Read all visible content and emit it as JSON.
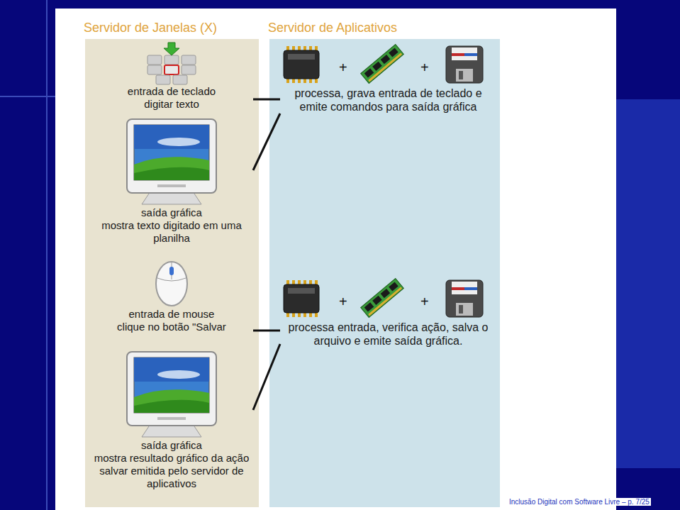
{
  "diagram": {
    "nodes": [
      {
        "text": [
          "Servidor de Janelas (X)"
        ]
      },
      {
        "text": [
          "entrada de teclado",
          "digitar texto"
        ],
        "in": 0
      },
      {
        "text": [
          "saída gráfica",
          "mostra texto digitado em uma planilha"
        ],
        "in": 0
      },
      {
        "text": [
          "entrada de mouse",
          "clique no botão \"Salvar"
        ],
        "in": 0
      },
      {
        "text": [
          "saída gráfica",
          "mostra resultado gráfico da ação salvar emitida pelo servidor de aplicativos"
        ],
        "in": 0
      },
      {
        "text": [
          "Servidor de Aplicativos"
        ]
      },
      {
        "text": [
          "processa, grava entrada de teclado e emite comandos para saída gráfica"
        ],
        "in": 5
      },
      {
        "text": [
          "processa entrada, verifica ação, salva o arquivo e emite saída gráfica."
        ],
        "in": 5
      }
    ],
    "edges": [
      {
        "from": 1,
        "to": 6,
        "arrow": "none"
      },
      {
        "from": 6,
        "to": 2,
        "arrow": "none"
      },
      {
        "from": 3,
        "to": 7,
        "arrow": "none"
      },
      {
        "from": 7,
        "to": 4,
        "arrow": "none"
      }
    ],
    "labels": [
      "+",
      "+",
      "+",
      "+",
      "Inclusão Digital com Software Livre – p. 7/25"
    ]
  }
}
